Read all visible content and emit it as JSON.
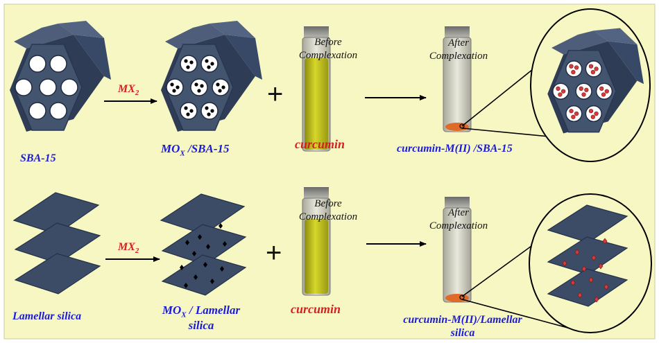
{
  "colors": {
    "background": "#f7f7c4",
    "structure_front": "#43546f",
    "structure_side": "#2e3c55",
    "pore": "#ffffff",
    "metal_oxide": "#000000",
    "complex": "#d63a3a",
    "label_blue": "#1a1adb",
    "label_red": "#d42020",
    "solution_yellow": "#c8c820",
    "precipitate_orange": "#e06a2a"
  },
  "row1": {
    "support_label": "SBA-15",
    "reagent_label": "MX",
    "reagent_sub": "2",
    "intermediate_label": "MO",
    "intermediate_sub": "X",
    "intermediate_suffix": " /SBA-15",
    "plus_sign": "+",
    "before_tube_line1": "Before",
    "before_tube_line2": "Complexation",
    "ligand_label": "curcumin",
    "after_tube_line1": "After",
    "after_tube_line2": "Complexation",
    "product_label": "curcumin-M(II) /SBA-15"
  },
  "row2": {
    "support_label": "Lamellar silica",
    "reagent_label": "MX",
    "reagent_sub": "2",
    "intermediate_label": "MO",
    "intermediate_sub": "X",
    "intermediate_suffix": " / Lamellar",
    "intermediate_line2": "silica",
    "plus_sign": "+",
    "before_tube_line1": "Before",
    "before_tube_line2": "Complexation",
    "ligand_label": "curcumin",
    "after_tube_line1": "After",
    "after_tube_line2": "Complexation",
    "product_label_line1": "curcumin-M(II)/Lamellar",
    "product_label_line2": "silica"
  }
}
